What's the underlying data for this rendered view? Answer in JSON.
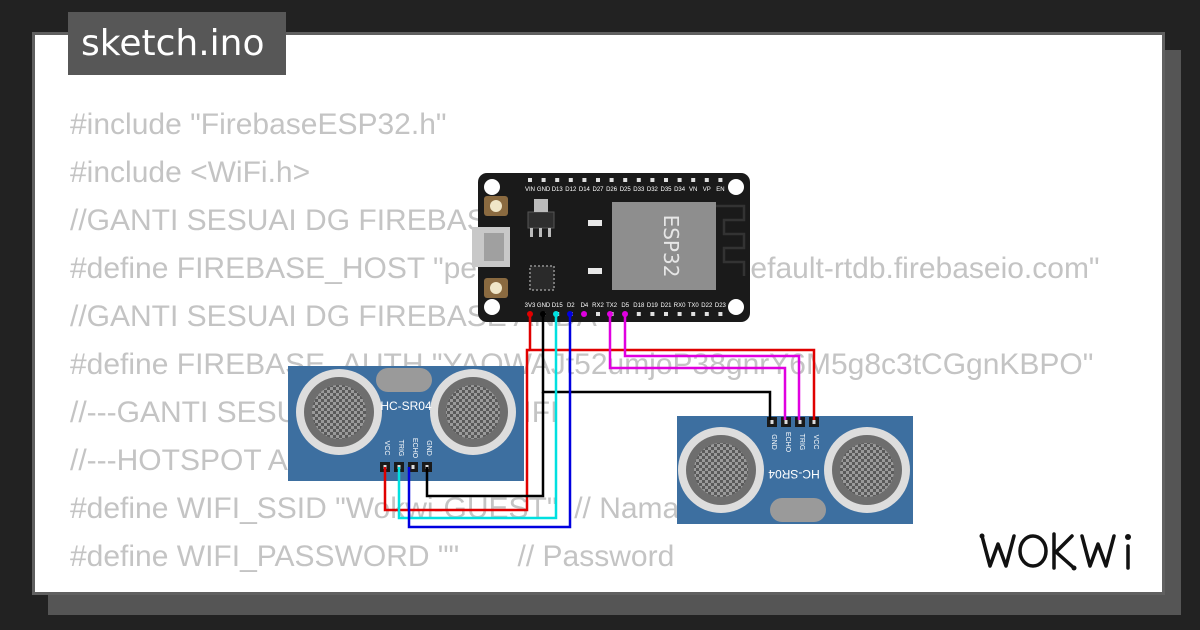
{
  "file_tab": {
    "label": "sketch.ino"
  },
  "code_lines": [
    "#include \"FirebaseESP32.h\"",
    "#include <WiFi.h>",
    "//GANTI SESUAI DG FIREBASE ANDA",
    "#define FIREBASE_HOST \"percobaan-ultrasonic-default-rtdb.firebaseio.com\"",
    "//GANTI SESUAI DG FIREBASE ANDA",
    "#define FIREBASE_AUTH \"YAQWAJt52umjoP38gnrY6M5g8c3tCGgnKBPO\"",
    "//---GANTI SESUAI JARINGAN WIFI",
    "//---HOTSPOT ANDA",
    "#define WIFI_SSID \"Wokwi-GUEST\"  // Nama hotspot WiFi",
    "#define WIFI_PASSWORD \"\"       // Password"
  ],
  "esp32": {
    "chip_label": "ESP32",
    "top_pins": [
      "VIN",
      "GND",
      "D13",
      "D12",
      "D14",
      "D27",
      "D26",
      "D25",
      "D33",
      "D32",
      "D35",
      "D34",
      "VN",
      "VP",
      "EN"
    ],
    "bottom_pins": [
      "3V3",
      "GND",
      "D15",
      "D2",
      "D4",
      "RX2",
      "TX2",
      "D5",
      "D18",
      "D19",
      "D21",
      "RX0",
      "TX0",
      "D22",
      "D23"
    ]
  },
  "sensor_left": {
    "label": "HC-SR04",
    "pins": [
      "VCC",
      "TRIG",
      "ECHO",
      "GND"
    ]
  },
  "sensor_right": {
    "label": "HC-SR04",
    "pins": [
      "GND",
      "ECHO",
      "TRIG",
      "VCC"
    ]
  },
  "colors": {
    "background": "#222222",
    "card": "#ffffff",
    "tab": "#575757",
    "code_text": "#c4c4c4",
    "wire_red": "#e00000",
    "wire_black": "#000000",
    "wire_cyan": "#00e0e0",
    "wire_blue": "#0000e0",
    "wire_magenta": "#e000e0",
    "board": "#1a1a1a",
    "sensor_board": "#3d6fa0"
  },
  "logo": {
    "text": "WOKWi"
  }
}
